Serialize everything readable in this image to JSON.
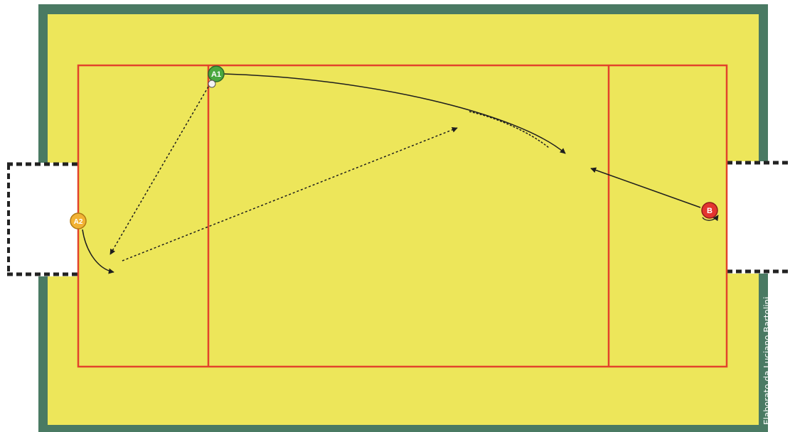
{
  "diagram": {
    "players": [
      {
        "id": "A1",
        "label": "A1",
        "color": "#4aa83f"
      },
      {
        "id": "A2",
        "label": "A2",
        "color": "#f2b233"
      },
      {
        "id": "B",
        "label": "B",
        "color": "#e3342f"
      }
    ],
    "credit": "Elaborato da Luciano Bartolini"
  },
  "colors": {
    "border": "#4a7a63",
    "floor": "#ede65a",
    "court_lines": "#e2432b",
    "arrows": "#1e1e1e",
    "goal_net": "#ffffff"
  }
}
